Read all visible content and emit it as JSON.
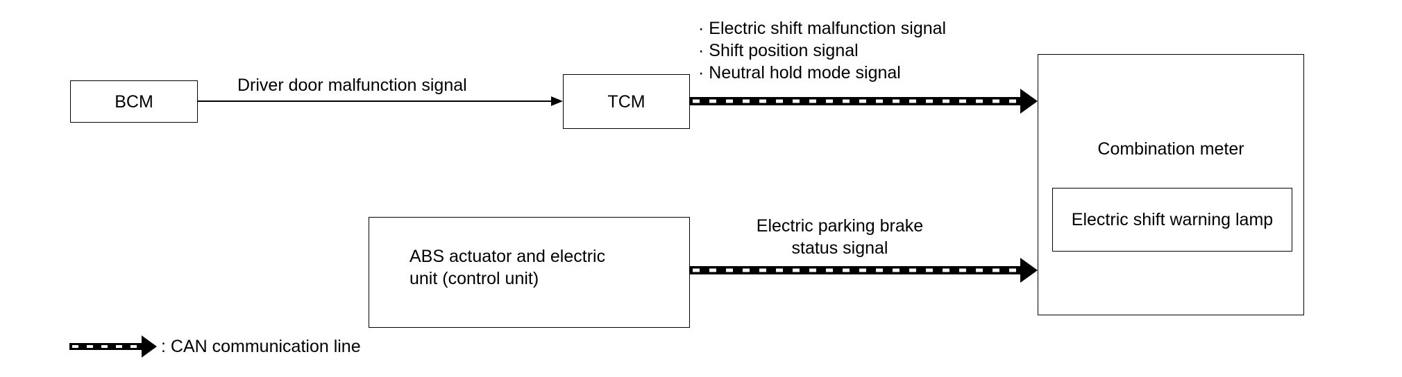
{
  "nodes": {
    "bcm": "BCM",
    "tcm": "TCM",
    "abs": [
      "ABS actuator and electric",
      "unit (control unit)"
    ],
    "meter": "Combination meter",
    "lamp": "Electric shift warning lamp"
  },
  "signals": {
    "bcm_to_tcm": "Driver door malfunction signal",
    "tcm_to_meter": [
      "Electric shift malfunction signal",
      "Shift position signal",
      "Neutral hold mode signal"
    ],
    "abs_to_meter": [
      "Electric parking brake",
      "status signal"
    ]
  },
  "legend": {
    "can_line": ": CAN communication line"
  },
  "colors": {
    "line": "#000000",
    "can_dash": "#ffffff"
  }
}
